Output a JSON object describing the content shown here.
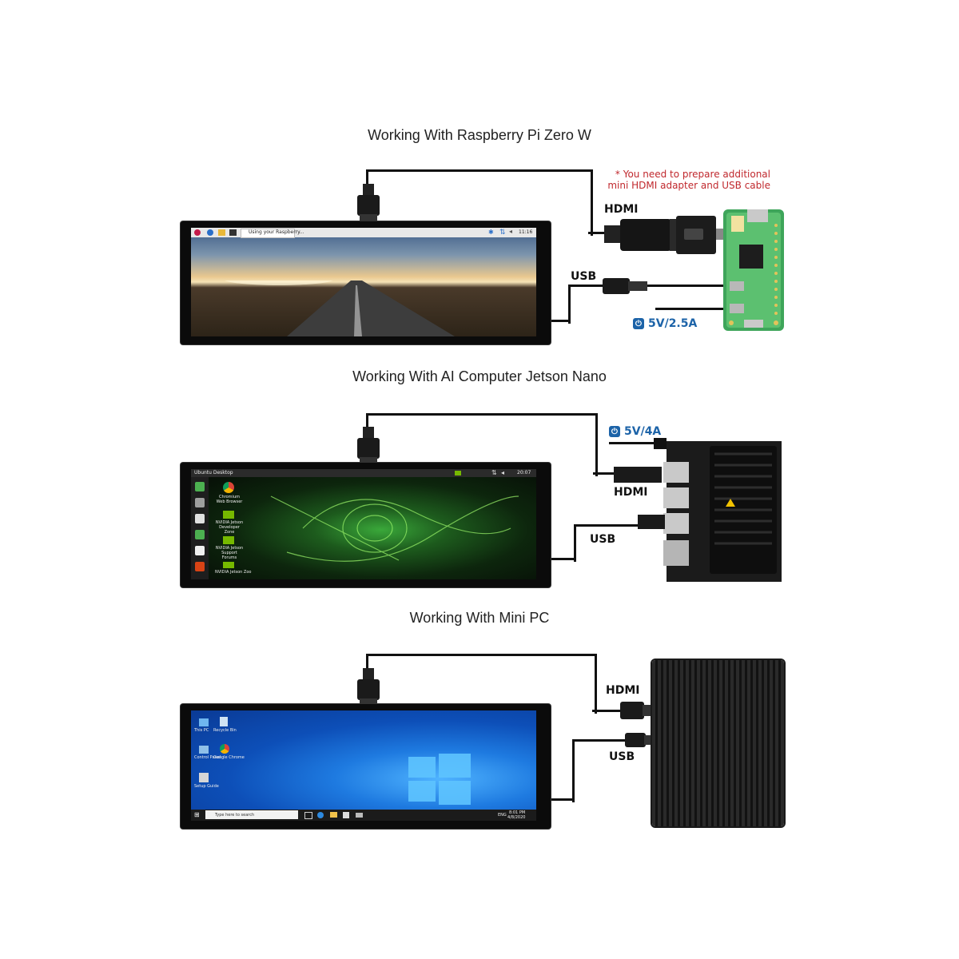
{
  "sections": [
    {
      "title": "Working With Raspberry Pi Zero W",
      "note_line1": "* You need to prepare additional",
      "note_line2": "mini HDMI adapter and USB cable",
      "hdmi_label": "HDMI",
      "usb_label": "USB",
      "power_label": "5V/2.5A",
      "screen": {
        "taskbar_title": "Using your Raspberry...",
        "clock": "11:16"
      }
    },
    {
      "title": "Working With AI Computer Jetson Nano",
      "hdmi_label": "HDMI",
      "usb_label": "USB",
      "power_label": "5V/4A",
      "screen": {
        "topbar_title": "Ubuntu Desktop",
        "clock": "20:07",
        "icons": [
          "Chromium Web Browser",
          "NVIDIA Jetson Developer Zone",
          "NVIDIA Jetson Support Forums",
          "NVIDIA Jetson Zoo"
        ]
      }
    },
    {
      "title": "Working With Mini PC",
      "hdmi_label": "HDMI",
      "usb_label": "USB",
      "screen": {
        "search_placeholder": "Type here to search",
        "time": "8:01 PM",
        "date": "4/8/2020",
        "lang": "ENG",
        "icons": [
          "This PC",
          "Recycle Bin",
          "Control Panel",
          "Google Chrome",
          "Setup Guide"
        ]
      }
    }
  ],
  "colors": {
    "note": "#c0282d",
    "power": "#1c63a8",
    "win_blue": "#1565c9",
    "nvidia_green": "#76b900"
  }
}
